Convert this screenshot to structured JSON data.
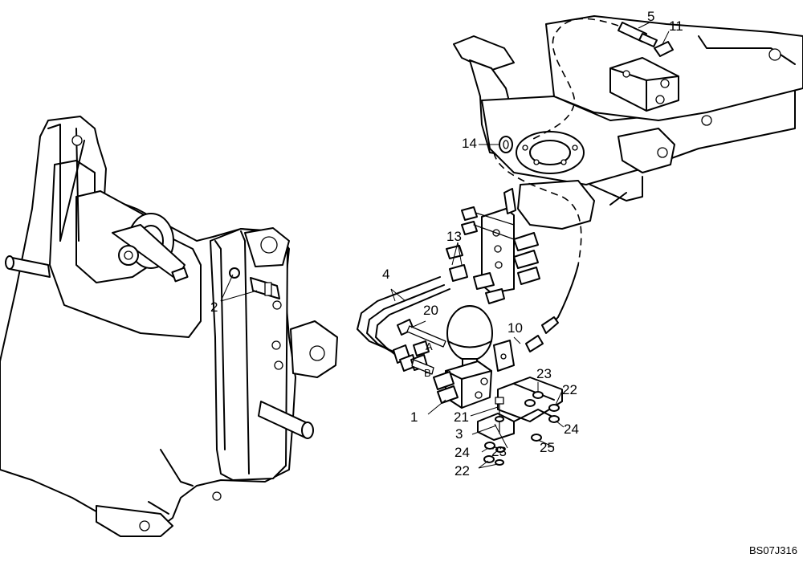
{
  "reference_code": "BS07J316",
  "ports": {
    "port_a": "A",
    "port_b": "B"
  },
  "callouts": [
    {
      "id": "c1",
      "label": "1"
    },
    {
      "id": "c2",
      "label": "2"
    },
    {
      "id": "c3",
      "label": "3"
    },
    {
      "id": "c4",
      "label": "4"
    },
    {
      "id": "c5",
      "label": "5"
    },
    {
      "id": "c10",
      "label": "10"
    },
    {
      "id": "c11",
      "label": "11"
    },
    {
      "id": "c13",
      "label": "13"
    },
    {
      "id": "c14",
      "label": "14"
    },
    {
      "id": "c20",
      "label": "20"
    },
    {
      "id": "c21",
      "label": "21"
    },
    {
      "id": "c22a",
      "label": "22"
    },
    {
      "id": "c22b",
      "label": "22"
    },
    {
      "id": "c23a",
      "label": "23"
    },
    {
      "id": "c23b",
      "label": "23"
    },
    {
      "id": "c24a",
      "label": "24"
    },
    {
      "id": "c24b",
      "label": "24"
    },
    {
      "id": "c25",
      "label": "25"
    }
  ]
}
